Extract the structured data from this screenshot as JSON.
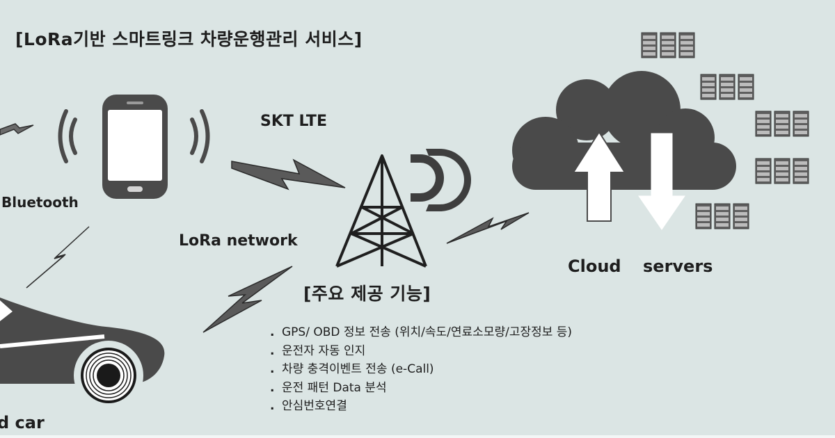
{
  "title": "[LoRa기반 스마트링크 차량운행관리 서비스]",
  "labels": {
    "lte": "SKT LTE",
    "bluetooth": "Bluetooth",
    "lora": "LoRa network",
    "cloud": "Cloud",
    "servers": "servers",
    "car": "d car"
  },
  "features": {
    "title": "[주요 제공 기능]",
    "bullet": ".",
    "items": [
      "GPS/ OBD 정보 전송 (위치/속도/연료소모량/고장정보 등)",
      "운전자 자동 인지",
      "차량 충격이벤트 전송 (e-Call)",
      "운전 패턴 Data 분석",
      "안심번호연결"
    ]
  },
  "colors": {
    "background": "#dbe5e4",
    "dark": "#4a4a4a",
    "bolt": "#5a5a5a",
    "text": "#1e1e1e"
  }
}
